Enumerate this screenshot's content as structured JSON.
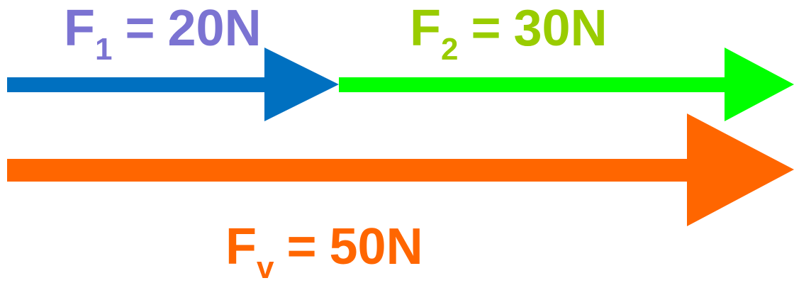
{
  "forces": [
    {
      "symbol": "F",
      "subscript": "1",
      "equals": "=",
      "value": 20,
      "unit": "N",
      "color": "#0070c0",
      "label_color": "#7b73d2"
    },
    {
      "symbol": "F",
      "subscript": "2",
      "equals": "=",
      "value": 30,
      "unit": "N",
      "color": "#00ff00",
      "label_color": "#99cc00"
    },
    {
      "symbol": "F",
      "subscript": "v",
      "equals": "=",
      "value": 50,
      "unit": "N",
      "color": "#ff6600",
      "label_color": "#ff6600"
    }
  ]
}
